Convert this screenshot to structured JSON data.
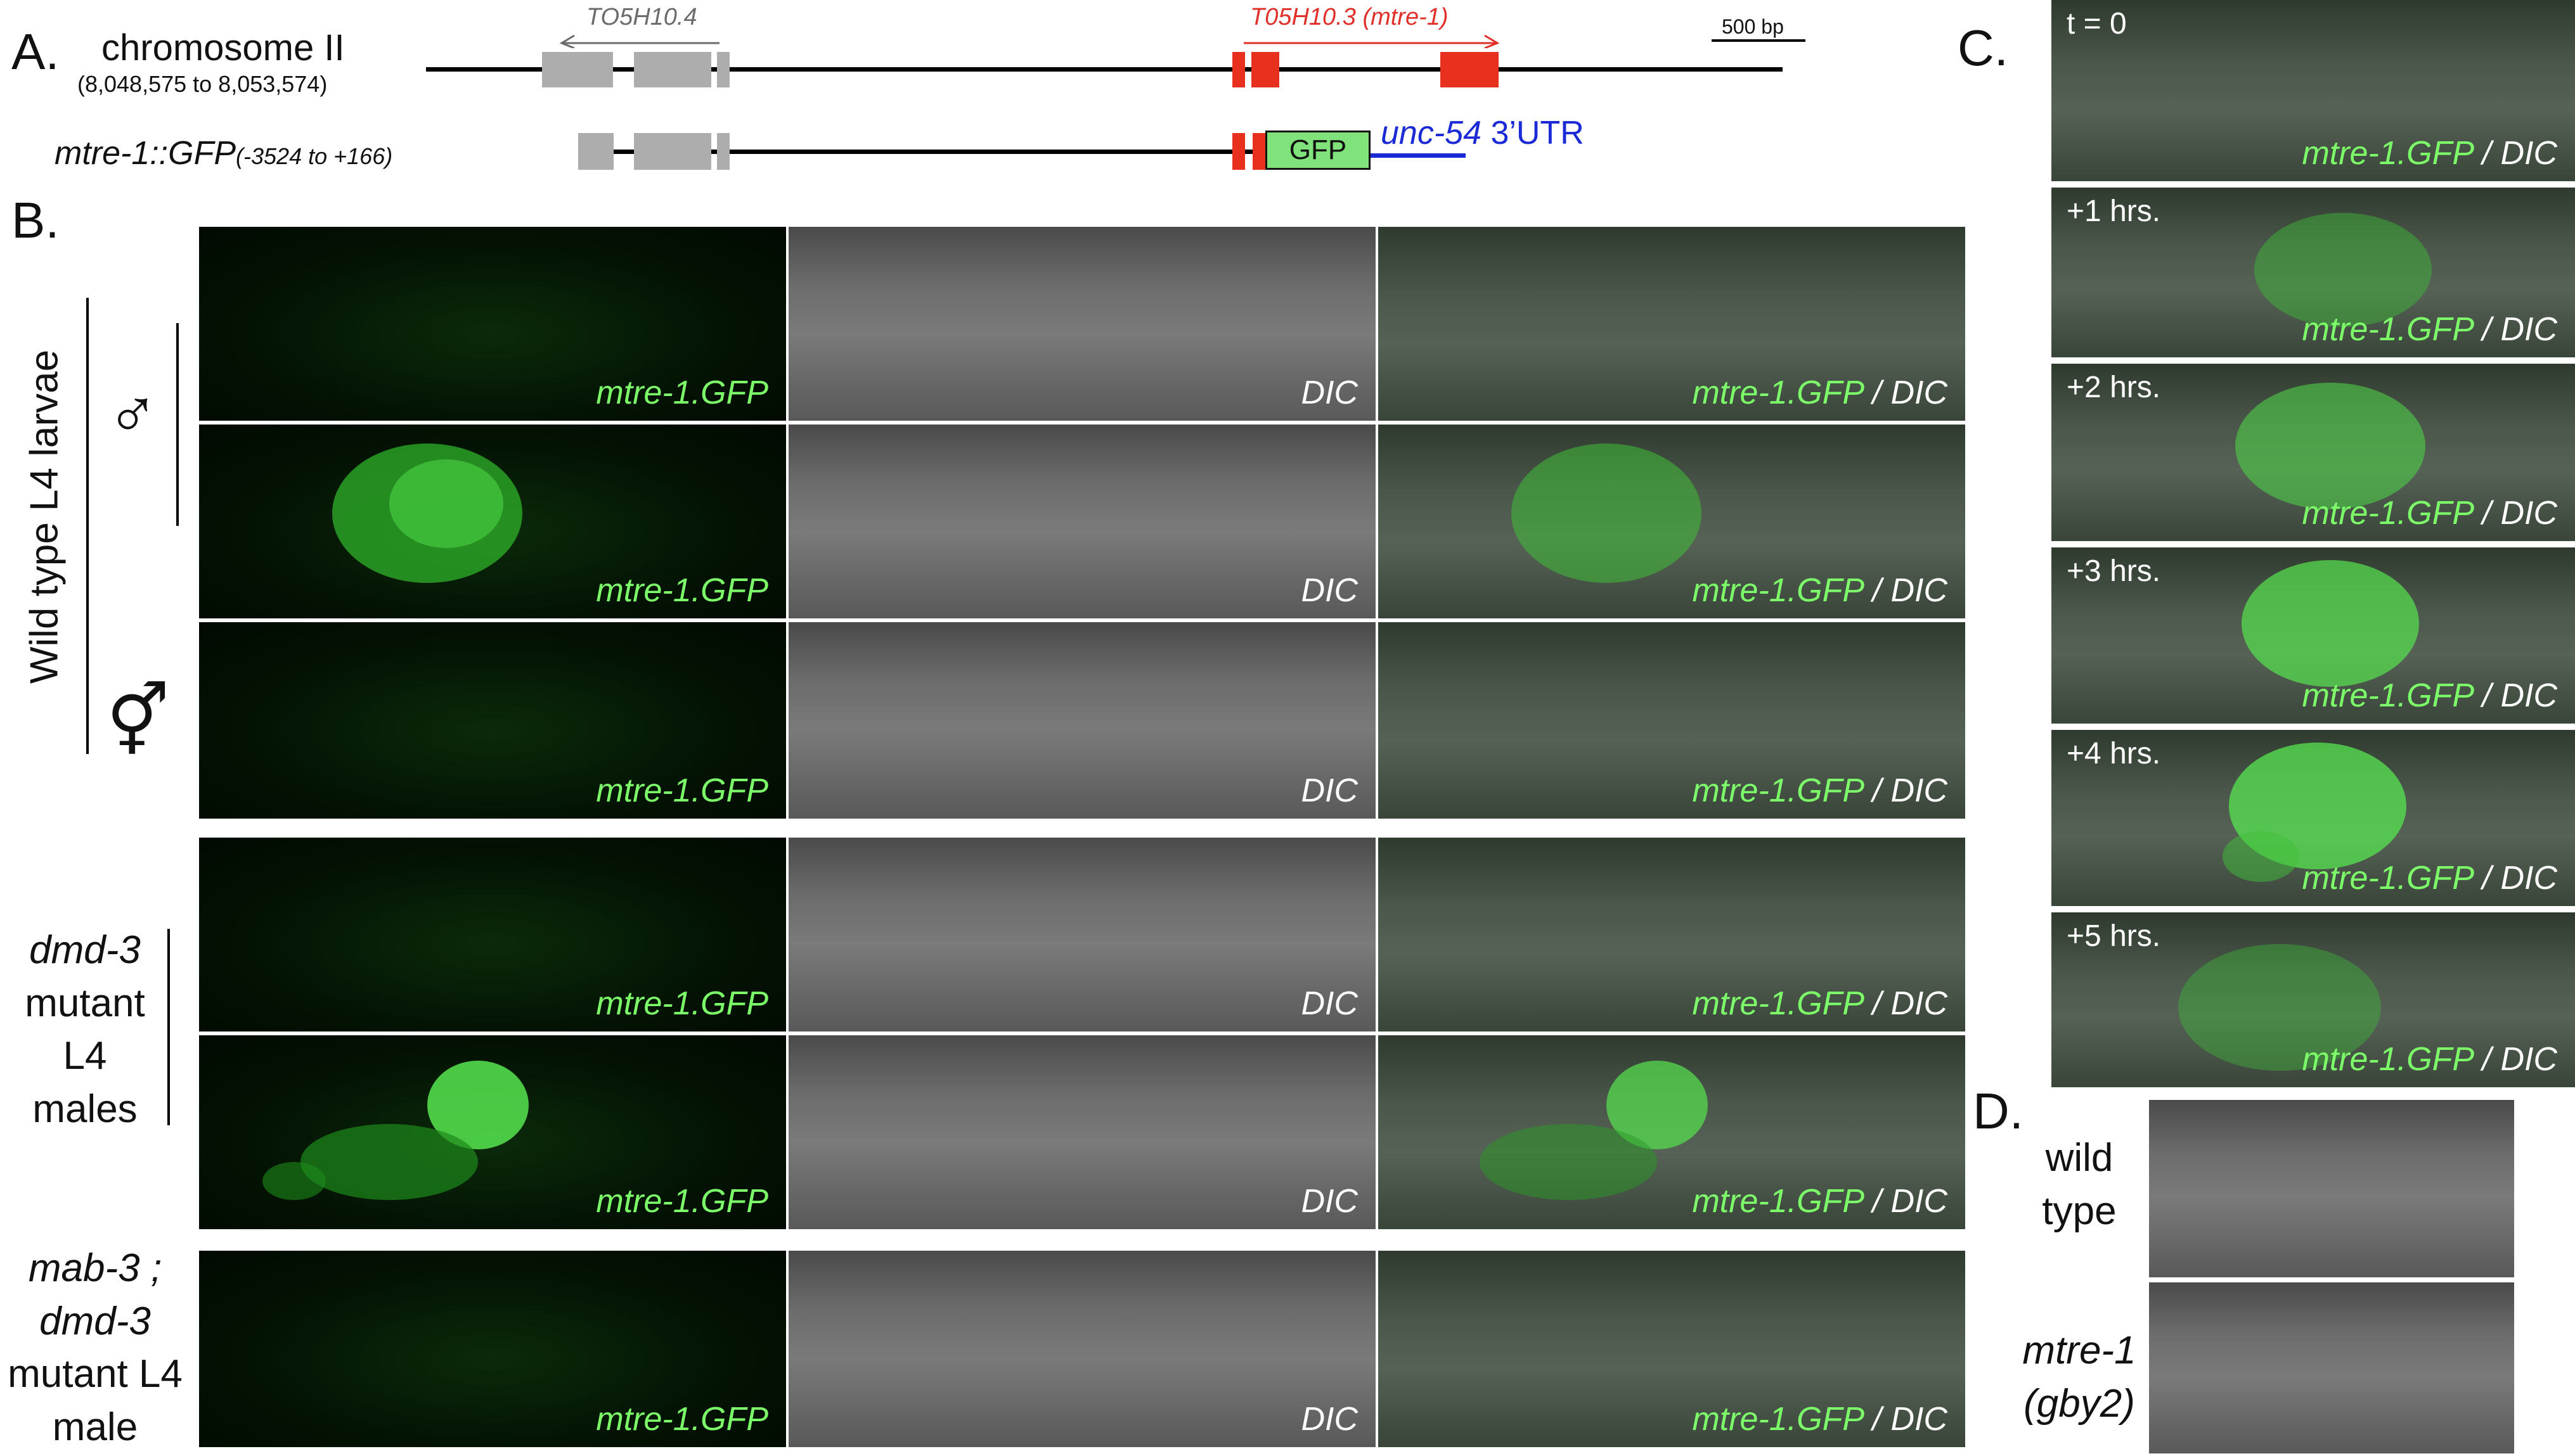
{
  "panel_letters": {
    "a": "A.",
    "b": "B.",
    "c": "C.",
    "d": "D."
  },
  "panel_a": {
    "chromosome": "chromosome II",
    "coordinates": "(8,048,575 to 8,053,574)",
    "construct_name": "mtre-1::GFP",
    "construct_range": "(-3524 to +166)",
    "gene_left": "TO5H10.4",
    "gene_right": "T05H10.3 (mtre-1)",
    "scale_bar": "500 bp",
    "gfp": "GFP",
    "utr_gene": "unc-54",
    "utr_suffix": " 3’UTR"
  },
  "panel_b": {
    "group_wt": "Wild type L4 larvae",
    "male_symbol": "♂",
    "herm_symbol": "⚥",
    "group_dmd3": [
      "dmd-3",
      "mutant",
      "L4",
      "males"
    ],
    "group_mab3": [
      "mab-3 ;",
      "dmd-3",
      "mutant L4",
      "male"
    ],
    "label_gfp": "mtre-1.GFP",
    "label_dic": "DIC",
    "label_sep": " / "
  },
  "panel_c": {
    "times": [
      "t = 0",
      "+1 hrs.",
      "+2 hrs.",
      "+3 hrs.",
      "+4 hrs.",
      "+5 hrs."
    ],
    "label_gfp": "mtre-1.GFP",
    "label_dic": "DIC",
    "label_sep": " / "
  },
  "panel_d": {
    "wt_line1": "wild",
    "wt_line2": "type",
    "mut_line1": "mtre-1",
    "mut_line2": "(gby2)"
  },
  "colors": {
    "gfp_green": "#7dff6a",
    "exon_red": "#e8301f",
    "exon_gray": "#adadad",
    "utr_blue": "#1a2bd6"
  }
}
